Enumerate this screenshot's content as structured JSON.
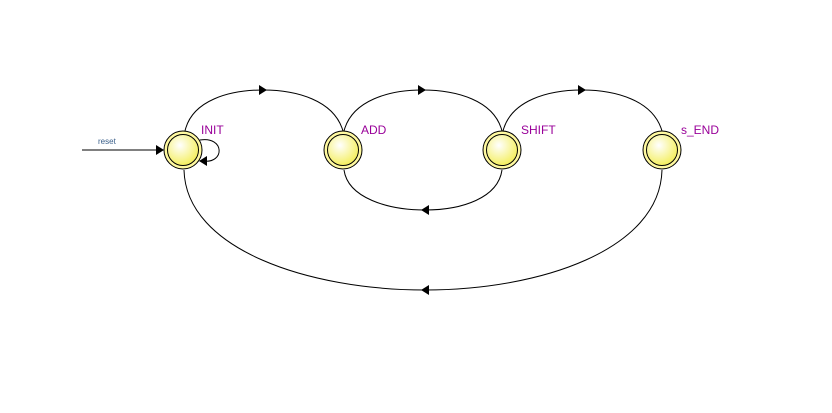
{
  "diagram": {
    "type": "state-machine",
    "reset_label": "reset",
    "states": [
      {
        "id": "INIT",
        "label": "INIT"
      },
      {
        "id": "ADD",
        "label": "ADD"
      },
      {
        "id": "SHIFT",
        "label": "SHIFT"
      },
      {
        "id": "s_END",
        "label": "s_END"
      }
    ],
    "transitions": [
      {
        "from": "INIT",
        "to": "INIT"
      },
      {
        "from": "INIT",
        "to": "ADD"
      },
      {
        "from": "ADD",
        "to": "SHIFT"
      },
      {
        "from": "SHIFT",
        "to": "s_END"
      },
      {
        "from": "SHIFT",
        "to": "ADD"
      },
      {
        "from": "s_END",
        "to": "INIT"
      }
    ],
    "colors": {
      "state_fill": "#ffff99",
      "state_stroke": "#000000",
      "label": "#990099"
    }
  }
}
